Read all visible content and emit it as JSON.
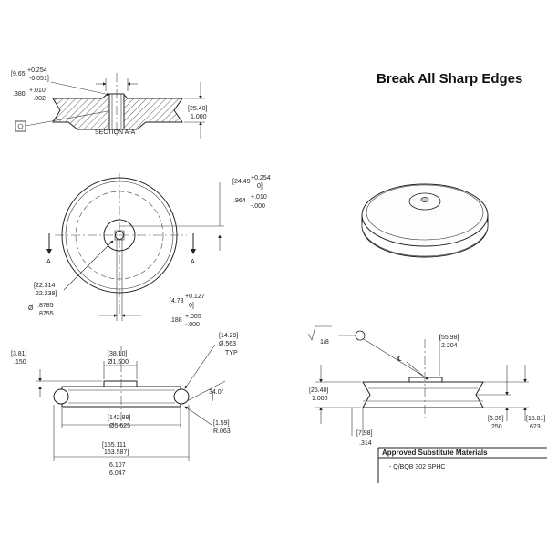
{
  "title": "Break All Sharp Edges",
  "section_label": "SECTION A-A",
  "cut_label": "A",
  "typ_label": "TYP",
  "angle_label": "34.0°",
  "centerline_symbol": "℄",
  "note_ref": "1/8",
  "tol_a_mm": "9.65",
  "tol_a_mm_plus": "+0.254",
  "tol_a_mm_minus": "-0.051",
  "tol_a_in": ".380",
  "tol_a_in_plus": "+.010",
  "tol_a_in_minus": "-.002",
  "dim_section_h_mm": "[25.40]",
  "dim_section_h_in": "1.000",
  "tol_b_mm": "24.49",
  "tol_b_mm_plus": "+0.254",
  "tol_b_mm_minus": "0",
  "tol_b_in": ".964",
  "tol_b_in_plus": "+.010",
  "tol_b_in_minus": "-.000",
  "dim_bore_mm_1": "22.314",
  "dim_bore_mm_2": "22.238",
  "dim_bore_in_1": ".8785",
  "dim_bore_in_2": ".8755",
  "diameter_symbol": "Ø",
  "tol_c_mm": "4.78",
  "tol_c_mm_plus": "+0.127",
  "tol_c_mm_minus": "0",
  "tol_c_in": ".188",
  "tol_c_in_plus": "+.005",
  "tol_c_in_minus": "-.000",
  "dim_hub_h_mm": "[3.81]",
  "dim_hub_h_in": ".150",
  "dim_hub_d_mm": "[38.10]",
  "dim_hub_d_in": "Ø1.500",
  "dim_groove_r_mm": "[14.29]",
  "dim_groove_r_in": "Ø.563",
  "dim_mid_d_mm": "[142.88]",
  "dim_mid_d_in": "Ø5.625",
  "dim_fillet_mm": "[1.59]",
  "dim_fillet_in": "R.063",
  "dim_outer_mm_1": "155.111",
  "dim_outer_mm_2": "153.587",
  "dim_outer_in_1": "6.107",
  "dim_outer_in_2": "6.047",
  "dim_side_h_mm": "[25.40]",
  "dim_side_h_in": "1.000",
  "dim_top_mm": "[55.98]",
  "dim_top_in": "2.204",
  "dim_base_mm": "[7.98]",
  "dim_base_in": ".314",
  "dim_rim_mm": "[6.35]",
  "dim_rim_in": ".250",
  "dim_edge_mm": "[15.81]",
  "dim_edge_in": ".623",
  "notes_title": "Approved Substitute Materials",
  "notes_item": "- Q/BQB 302 SPHC"
}
